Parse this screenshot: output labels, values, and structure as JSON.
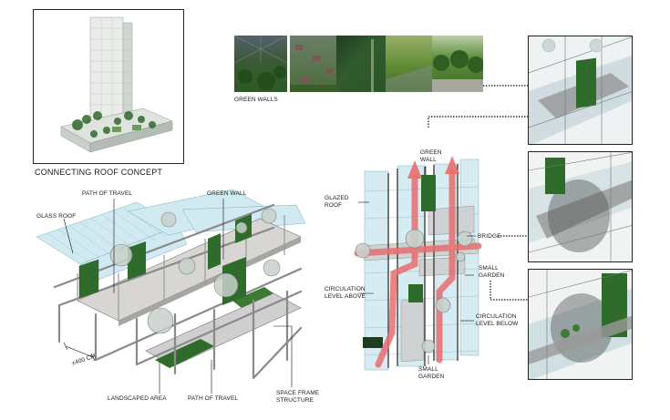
{
  "concept": {
    "title": "CONNECTING ROOF CONCEPT"
  },
  "green_walls": {
    "caption": "GREEN WALLS"
  },
  "left_diagram": {
    "glass_roof": "GLASS ROOF",
    "path_top": "PATH OF TRAVEL",
    "green_wall": "GREEN WALL",
    "dimension": "±400 cm",
    "landscaped": "LANDSCAPED AREA",
    "path_bottom": "PATH OF TRAVEL",
    "space_frame_1": "SPACE FRAME",
    "space_frame_2": "STRUCTURE"
  },
  "center_diagram": {
    "glazed_1": "GLAZED",
    "glazed_2": "ROOF",
    "green_wall_1": "GREEN",
    "green_wall_2": "WALL",
    "bridge": "BRIDGE",
    "small_garden_r1": "SMALL",
    "small_garden_r2": "GARDEN",
    "circ_above_1": "CIRCULATION",
    "circ_above_2": "LEVEL ABOVE",
    "circ_below_1": "CIRCULATION",
    "circ_below_2": "LEVEL BELOW",
    "small_garden_b1": "SMALL",
    "small_garden_b2": "GARDEN"
  },
  "colors": {
    "green": "#2f6b2a",
    "glass": "#bfe0ea",
    "path": "#e76e6e",
    "frame": "#7a7a7a"
  }
}
